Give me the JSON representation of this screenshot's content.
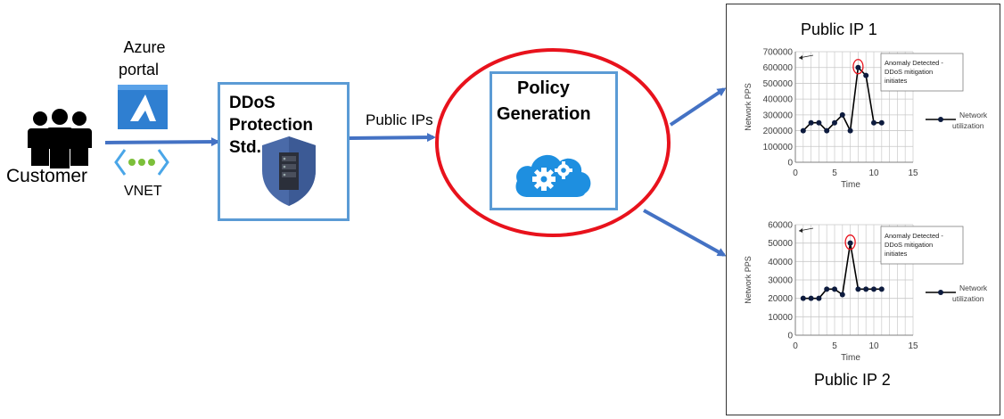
{
  "customer": {
    "label": "Customer"
  },
  "azure_portal": {
    "label_line1": "Azure",
    "label_line2": "portal"
  },
  "vnet": {
    "label": "VNET"
  },
  "ddos": {
    "line1": "DDoS",
    "line2": "Protection",
    "line3": "Std."
  },
  "flow": {
    "public_ips_label": "Public IPs"
  },
  "policy": {
    "line1": "Policy",
    "line2": "Generation"
  },
  "panel": {
    "title_top": "Public IP 1",
    "title_bottom": "Public IP 2"
  },
  "colors": {
    "accent_blue": "#4472c4",
    "box_border": "#5b9bd5",
    "highlight_red": "#e8121c",
    "data_navy": "#0d1b3e"
  },
  "chart_data": [
    {
      "type": "line",
      "title": "Public IP 1",
      "xlabel": "Time",
      "ylabel": "Network PPS",
      "xlim": [
        0,
        15
      ],
      "ylim": [
        0,
        700000
      ],
      "x_ticks": [
        0,
        5,
        10,
        15
      ],
      "y_ticks": [
        0,
        100000,
        200000,
        300000,
        400000,
        500000,
        600000,
        700000
      ],
      "grid": true,
      "legend": "right",
      "series": [
        {
          "name": "Network utilization",
          "x": [
            1,
            2,
            3,
            4,
            5,
            6,
            7,
            8,
            9,
            10,
            11
          ],
          "y": [
            200000,
            250000,
            250000,
            200000,
            250000,
            300000,
            200000,
            600000,
            550000,
            250000,
            250000
          ]
        }
      ],
      "annotation": {
        "text_line1": "Anomaly Detected -",
        "text_line2": "DDoS mitigation",
        "text_line3": "initiates",
        "x": 8,
        "y": 600000
      }
    },
    {
      "type": "line",
      "title": "Public IP 2",
      "xlabel": "Time",
      "ylabel": "Network PPS",
      "xlim": [
        0,
        15
      ],
      "ylim": [
        0,
        60000
      ],
      "x_ticks": [
        0,
        5,
        10,
        15
      ],
      "y_ticks": [
        0,
        10000,
        20000,
        30000,
        40000,
        50000,
        60000
      ],
      "grid": true,
      "legend": "right",
      "series": [
        {
          "name": "Network utilization",
          "x": [
            1,
            2,
            3,
            4,
            5,
            6,
            7,
            8,
            9,
            10,
            11
          ],
          "y": [
            20000,
            20000,
            20000,
            25000,
            25000,
            22000,
            50000,
            25000,
            25000,
            25000,
            25000
          ]
        }
      ],
      "annotation": {
        "text_line1": "Anomaly Detected -",
        "text_line2": "DDoS mitigation",
        "text_line3": "initiates",
        "x": 7,
        "y": 50000
      }
    }
  ]
}
